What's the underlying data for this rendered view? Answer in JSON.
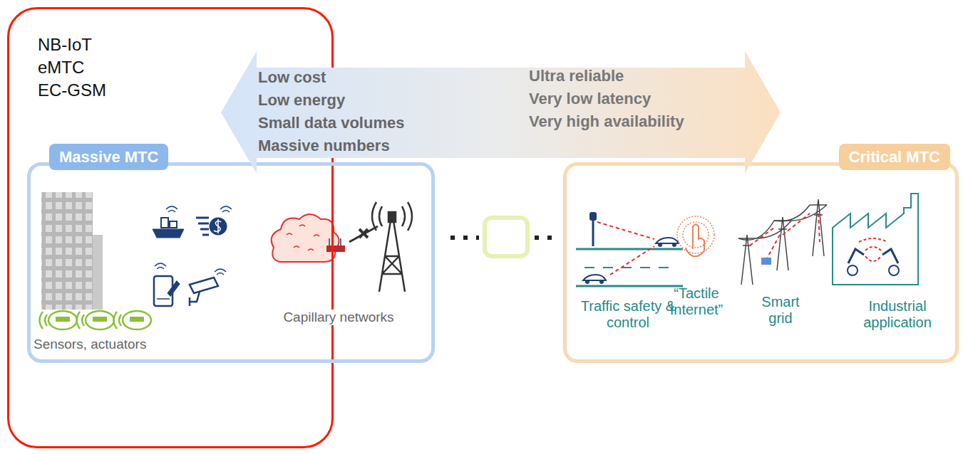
{
  "diagram": {
    "nodes": [
      {
        "text": [
          "NB-IoT",
          "eMTC",
          "EC-GSM"
        ]
      },
      {
        "text": [
          "Low cost",
          "Low energy",
          "Small data volumes",
          "Massive numbers",
          "Ultra reliable",
          "Very low latency",
          "Very high availability"
        ]
      },
      {
        "text": [
          "Massive MTC",
          "Sensors, actuators",
          "Capillary networks"
        ]
      },
      {
        "text": [
          "Critical MTC",
          "Traffic safety & control",
          "“Tactile Internet”",
          "Smart grid",
          "Industrial application"
        ]
      }
    ],
    "edges": [
      {
        "from": 2,
        "to": 3,
        "arrow": "none"
      }
    ]
  }
}
